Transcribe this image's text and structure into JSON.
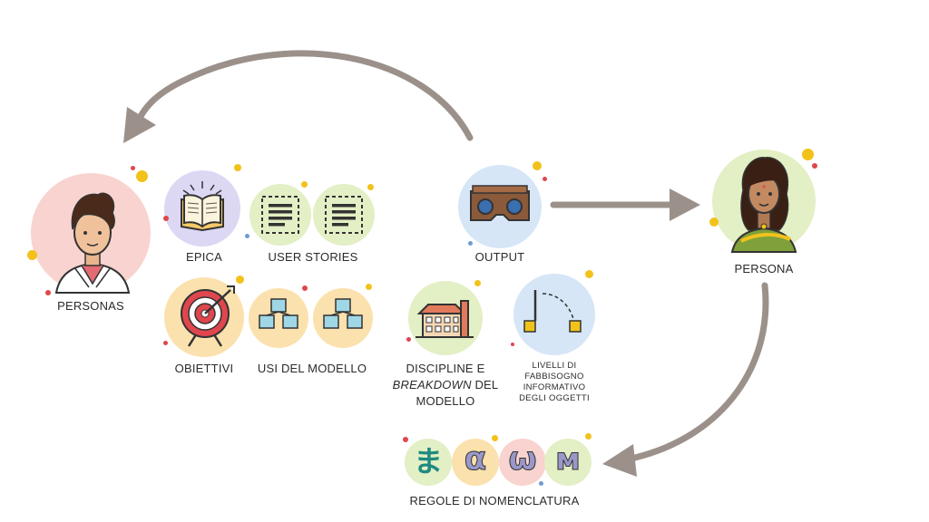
{
  "labels": {
    "personas": "PERSONAS",
    "epica": "EPICA",
    "user_stories": "USER STORIES",
    "output": "OUTPUT",
    "persona": "PERSONA",
    "obiettivi": "OBIETTIVI",
    "usi_modello": "USI DEL MODELLO",
    "discipline_line1": "DISCIPLINE E",
    "discipline_line2_italic": "BREAKDOWN",
    "discipline_line2_rest": " DEL",
    "discipline_line3": "MODELLO",
    "livelli_line1": "LIVELLI DI",
    "livelli_line2": "FABBISOGNO",
    "livelli_line3": "INFORMATIVO",
    "livelli_line4": "DEGLI OGGETTI",
    "regole": "REGOLE DI NOMENCLATURA"
  },
  "glyphs": [
    "ま",
    "α",
    "ω",
    "м"
  ],
  "colors": {
    "pink": "#f9d3cf",
    "lavender": "#dcd7f3",
    "green": "#e3efc4",
    "orange": "#fbe1ad",
    "blue": "#d6e6f7",
    "arrow": "#9b918a",
    "yellow_dot": "#f2c21b",
    "red_dot": "#e0464d",
    "blue_dot": "#6f9bd6"
  },
  "icons": [
    "man-avatar",
    "open-book",
    "document-list",
    "document-list",
    "vr-headset",
    "woman-avatar",
    "target-arrow",
    "cubes",
    "cubes",
    "factory-building",
    "lod-graph"
  ]
}
